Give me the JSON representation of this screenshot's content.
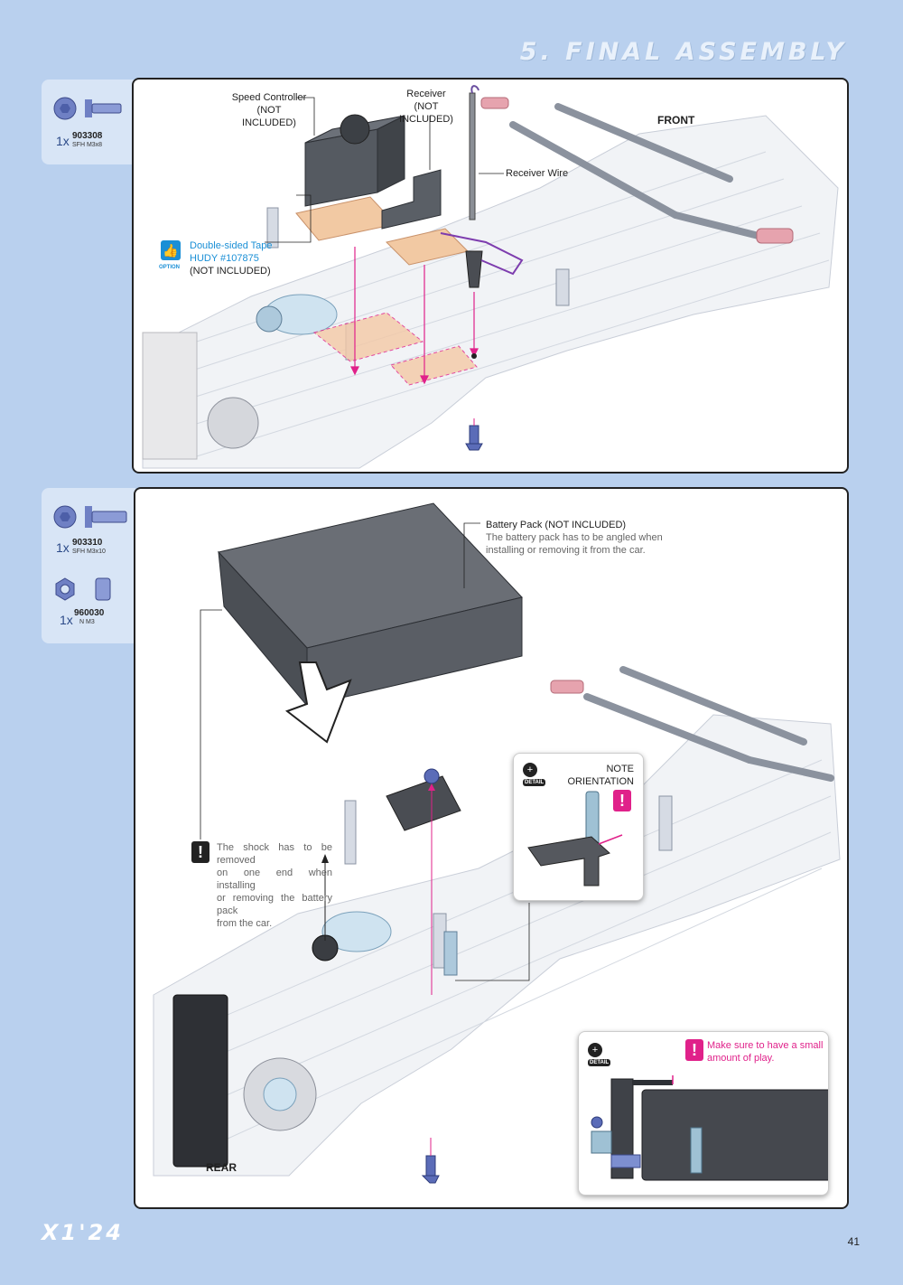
{
  "header": {
    "title": "5. FINAL ASSEMBLY"
  },
  "step1": {
    "parts": [
      {
        "qty": "1x",
        "code": "903308",
        "desc": "SFH M3x8"
      }
    ],
    "labels": {
      "speed_controller": "Speed Controller",
      "speed_controller_note": "(NOT INCLUDED)",
      "receiver": "Receiver",
      "receiver_note": "(NOT INCLUDED)",
      "receiver_wire": "Receiver Wire",
      "front": "FRONT",
      "tape_line1": "Double-sided Tape",
      "tape_line2": "HUDY #107875",
      "tape_line3": "(NOT INCLUDED)",
      "option": "OPTION"
    }
  },
  "step2": {
    "parts": [
      {
        "qty": "1x",
        "code": "903310",
        "desc": "SFH M3x10"
      },
      {
        "qty": "1x",
        "code": "960030",
        "desc": "N M3"
      }
    ],
    "labels": {
      "battery_pack": "Battery Pack (NOT INCLUDED)",
      "battery_note_1": "The battery pack has to be angled when",
      "battery_note_2": "installing or removing it from the car.",
      "shock_note_1": "The shock has to be  removed",
      "shock_note_2": "on  one  end  when  installing",
      "shock_note_3": "or  removing  the  battery  pack",
      "shock_note_4": "from the car.",
      "note": "NOTE",
      "orientation": "ORIENTATION",
      "detail": "DETAIL",
      "play_note_1": "Make sure to have a small",
      "play_note_2": "amount of play.",
      "rear": "REAR"
    }
  },
  "footer": {
    "logo": "X1'24",
    "page": "41"
  }
}
